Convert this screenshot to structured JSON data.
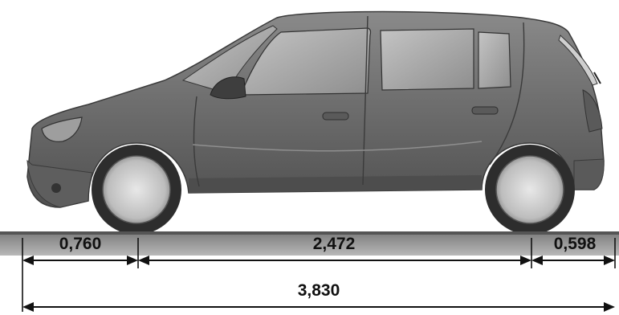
{
  "diagram": {
    "subject_icon": "hatchback-car-side-view",
    "dimensions": {
      "front_overhang": "0,760",
      "wheelbase": "2,472",
      "rear_overhang": "0,598",
      "overall_length": "3,830"
    },
    "colors": {
      "body": "#6e6e6e",
      "body_dark": "#4a4a4a",
      "glass": "#a8a8a8",
      "ground": "#8a8a8a",
      "arrow": "#111111"
    }
  }
}
